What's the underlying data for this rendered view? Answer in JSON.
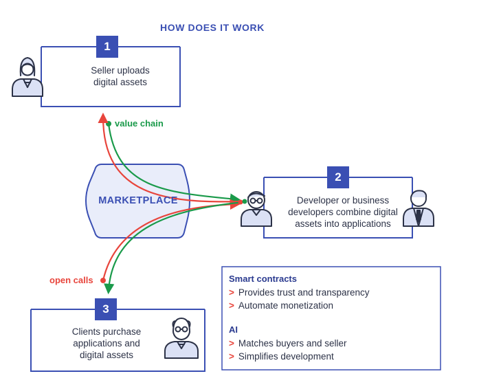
{
  "title": "HOW DOES IT WORK",
  "steps": [
    {
      "number": "1",
      "text_lines": [
        "Seller uploads",
        "digital assets"
      ]
    },
    {
      "number": "2",
      "text_lines": [
        "Developer or business",
        "developers combine digital",
        "assets into applications"
      ]
    },
    {
      "number": "3",
      "text_lines": [
        "Clients purchase",
        "applications and",
        "digital assets"
      ]
    }
  ],
  "marketplace": {
    "label": "MARKETPLACE"
  },
  "flows": {
    "value_chain": {
      "label": "value chain",
      "color": "#1a9a4a"
    },
    "open_calls": {
      "label": "open calls",
      "color": "#e8453c"
    }
  },
  "info": {
    "smart_contracts": {
      "heading": "Smart contracts",
      "items": [
        "Provides trust and transparency",
        "Automate monetization"
      ]
    },
    "ai": {
      "heading": "AI",
      "items": [
        "Matches buyers and seller",
        "Simplifies development"
      ]
    },
    "bullet_marker": ">"
  },
  "icons": {
    "seller": "female-person-icon",
    "developer": "glasses-person-icon",
    "business": "businessman-icon",
    "client": "elderly-person-icon"
  },
  "colors": {
    "primary": "#3a4fb3",
    "text": "#2c3247",
    "green": "#1a9a4a",
    "red": "#e8453c",
    "marketplace_fill": "#e9edfa"
  }
}
